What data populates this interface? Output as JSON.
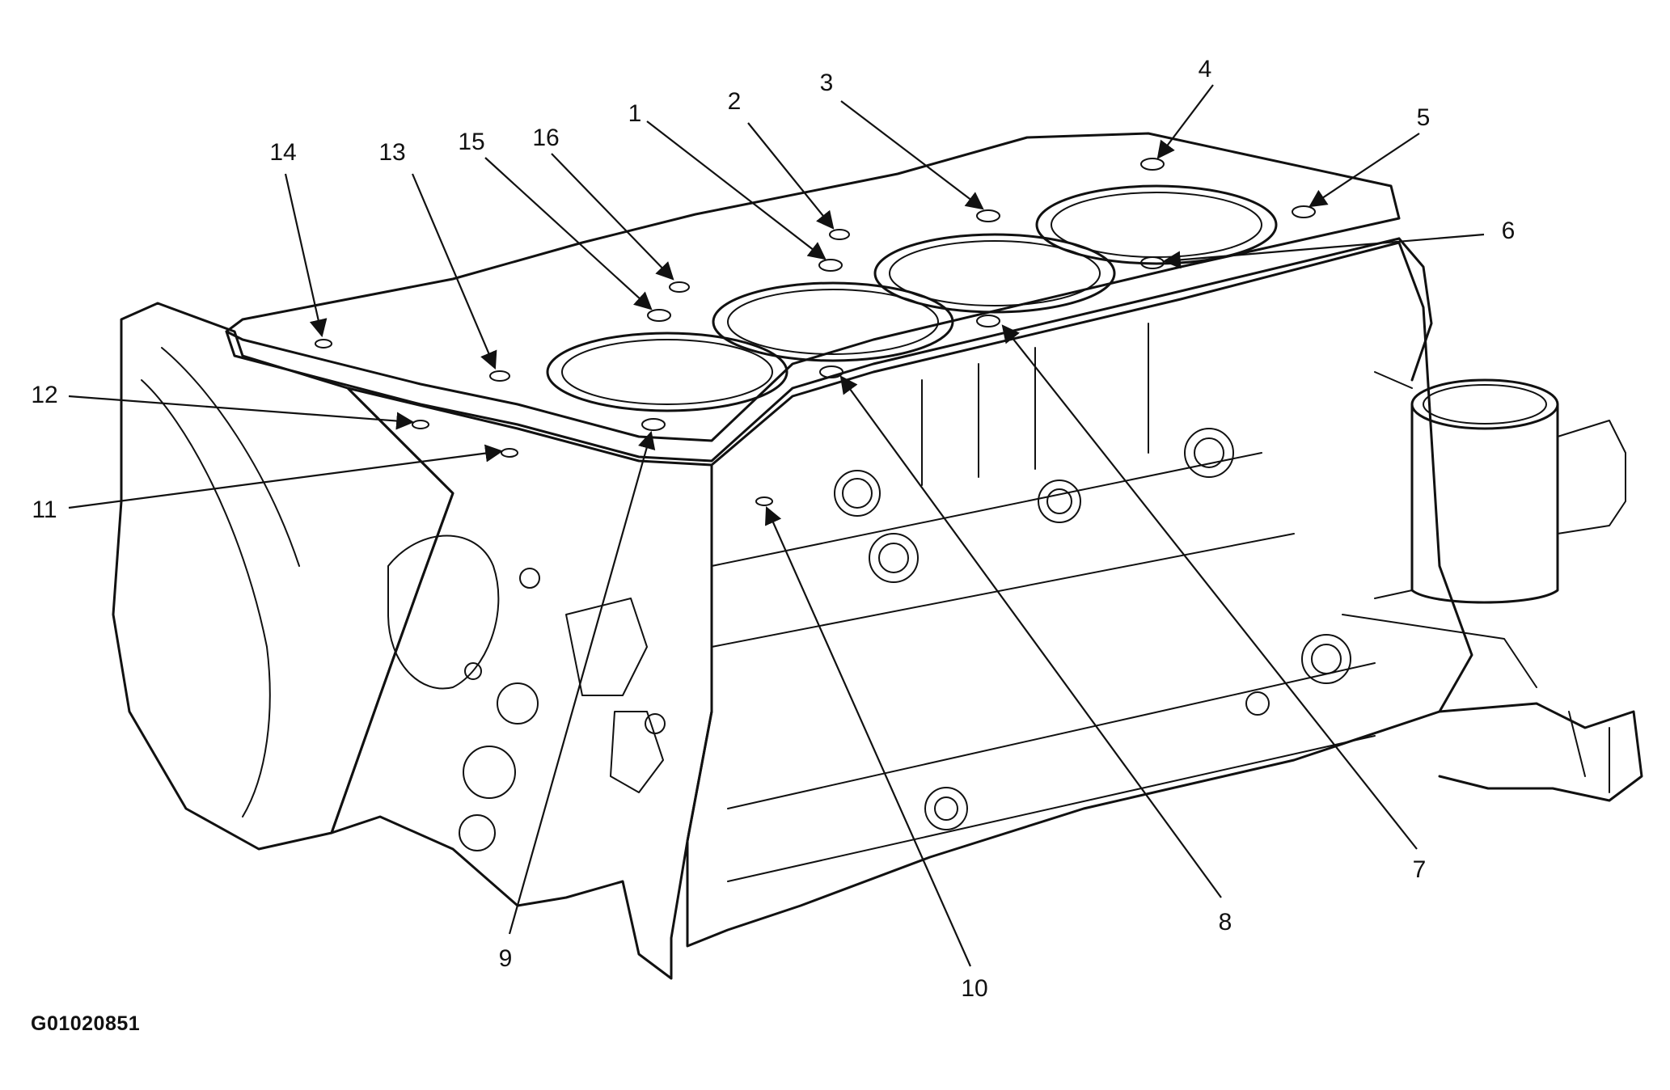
{
  "figure_id": "G01020851",
  "callouts": [
    {
      "label": "1"
    },
    {
      "label": "2"
    },
    {
      "label": "3"
    },
    {
      "label": "4"
    },
    {
      "label": "5"
    },
    {
      "label": "6"
    },
    {
      "label": "7"
    },
    {
      "label": "8"
    },
    {
      "label": "9"
    },
    {
      "label": "10"
    },
    {
      "label": "11"
    },
    {
      "label": "12"
    },
    {
      "label": "13"
    },
    {
      "label": "14"
    },
    {
      "label": "15"
    },
    {
      "label": "16"
    }
  ]
}
